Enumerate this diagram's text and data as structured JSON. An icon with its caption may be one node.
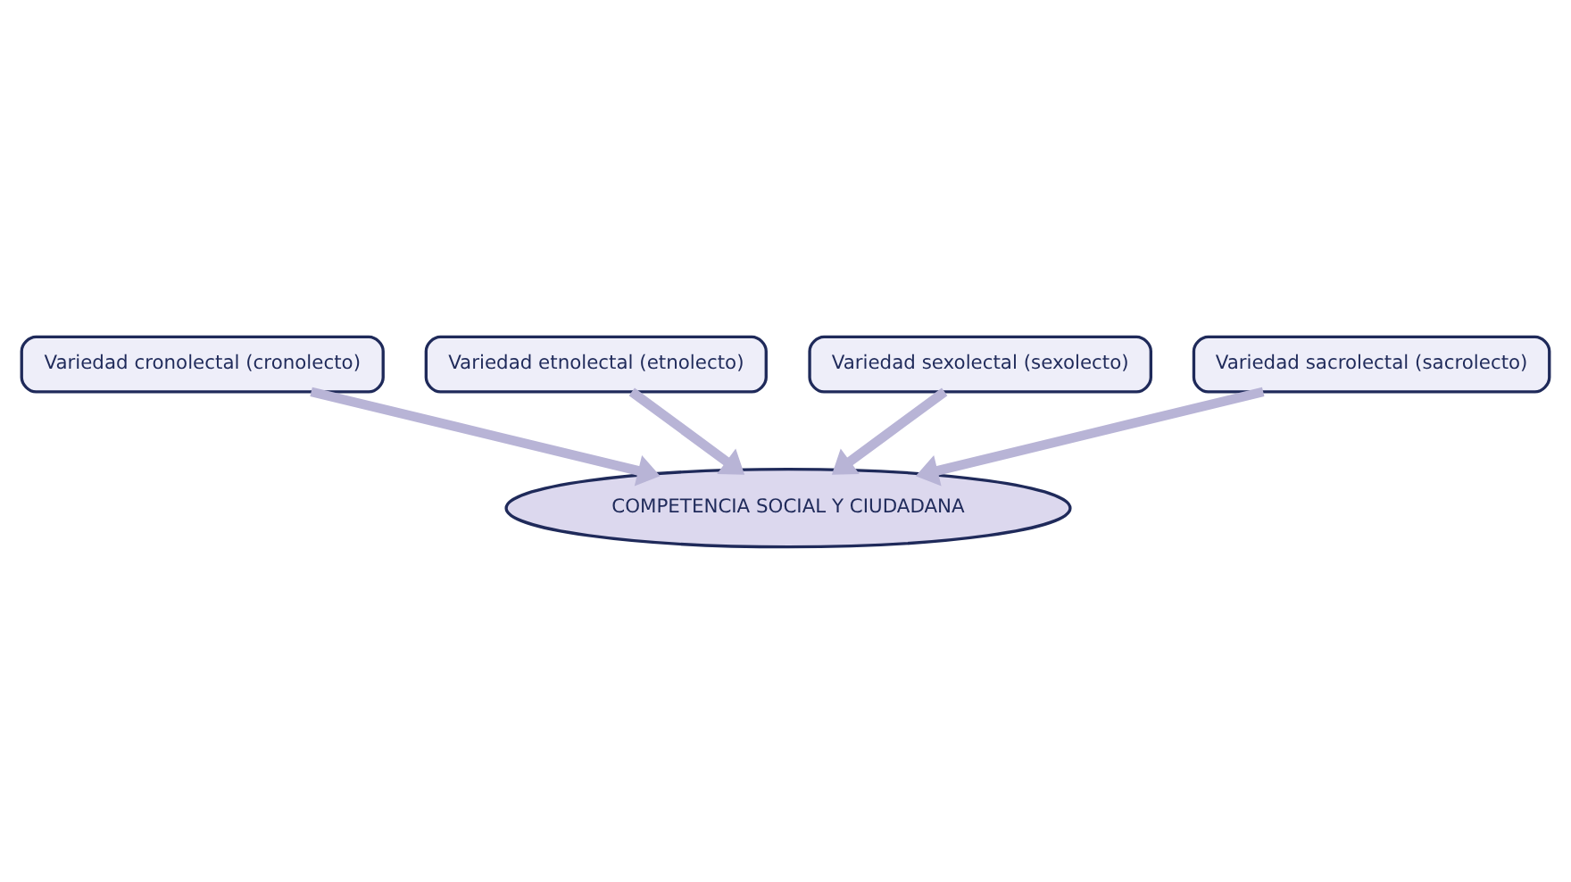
{
  "diagram": {
    "nodes": [
      {
        "text": [
          "Variedad cronolectal (cronolecto)"
        ]
      },
      {
        "text": [
          "Variedad etnolectal (etnolecto)"
        ]
      },
      {
        "text": [
          "Variedad sexolectal (sexolecto)"
        ]
      },
      {
        "text": [
          "Variedad sacrolectal (sacrolecto)"
        ]
      },
      {
        "text": [
          "COMPETENCIA SOCIAL Y CIUDADANA"
        ]
      }
    ],
    "edges": [
      {
        "from": 0,
        "to": 4,
        "arrow": "to"
      },
      {
        "from": 1,
        "to": 4,
        "arrow": "to"
      },
      {
        "from": 2,
        "to": 4,
        "arrow": "to"
      },
      {
        "from": 3,
        "to": 4,
        "arrow": "to"
      }
    ]
  }
}
